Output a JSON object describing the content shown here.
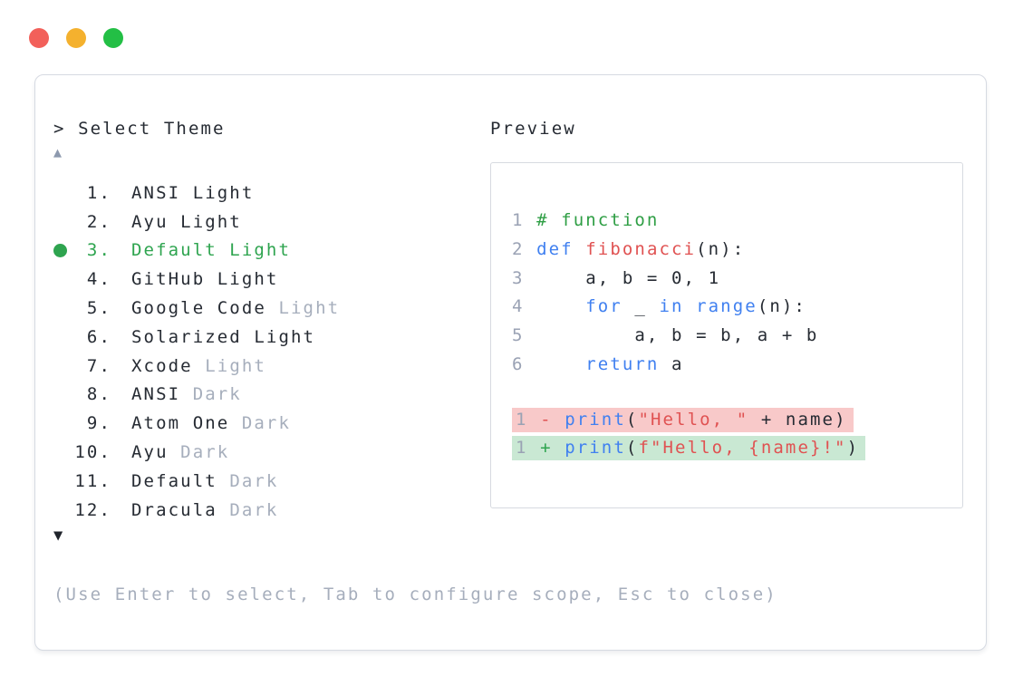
{
  "window": {
    "traffic_lights": [
      {
        "name": "close",
        "color": "#f2605a"
      },
      {
        "name": "minimize",
        "color": "#f4b12e"
      },
      {
        "name": "maximize",
        "color": "#23bf45"
      }
    ]
  },
  "selector": {
    "prompt_symbol": ">",
    "title": "Select Theme",
    "scroll_up_symbol": "▲",
    "scroll_down_symbol": "▼",
    "items": [
      {
        "number": "1.",
        "name": "ANSI Light",
        "suffix": "",
        "selected": false
      },
      {
        "number": "2.",
        "name": "Ayu Light",
        "suffix": "",
        "selected": false
      },
      {
        "number": "3.",
        "name": "Default Light",
        "suffix": "",
        "selected": true
      },
      {
        "number": "4.",
        "name": "GitHub Light",
        "suffix": "",
        "selected": false
      },
      {
        "number": "5.",
        "name": "Google Code",
        "suffix": "Light",
        "selected": false
      },
      {
        "number": "6.",
        "name": "Solarized Light",
        "suffix": "",
        "selected": false
      },
      {
        "number": "7.",
        "name": "Xcode",
        "suffix": "Light",
        "selected": false
      },
      {
        "number": "8.",
        "name": "ANSI",
        "suffix": "Dark",
        "selected": false
      },
      {
        "number": "9.",
        "name": "Atom One",
        "suffix": "Dark",
        "selected": false
      },
      {
        "number": "10.",
        "name": "Ayu",
        "suffix": "Dark",
        "selected": false
      },
      {
        "number": "11.",
        "name": "Default",
        "suffix": "Dark",
        "selected": false
      },
      {
        "number": "12.",
        "name": "Dracula",
        "suffix": "Dark",
        "selected": false
      }
    ],
    "hint": "(Use Enter to select, Tab to configure scope, Esc to close)"
  },
  "preview": {
    "label": "Preview",
    "code_lines": [
      {
        "num": "1",
        "tokens": [
          {
            "t": "# function",
            "c": "comment"
          }
        ]
      },
      {
        "num": "2",
        "tokens": [
          {
            "t": "def",
            "c": "kw"
          },
          {
            "t": " ",
            "c": "fg"
          },
          {
            "t": "fibonacci",
            "c": "fn"
          },
          {
            "t": "(n):",
            "c": "fg"
          }
        ]
      },
      {
        "num": "3",
        "tokens": [
          {
            "t": "    a, b = 0, 1",
            "c": "fg"
          }
        ]
      },
      {
        "num": "4",
        "tokens": [
          {
            "t": "    ",
            "c": "fg"
          },
          {
            "t": "for",
            "c": "kw"
          },
          {
            "t": " _ ",
            "c": "fg"
          },
          {
            "t": "in",
            "c": "kw"
          },
          {
            "t": " ",
            "c": "fg"
          },
          {
            "t": "range",
            "c": "kw"
          },
          {
            "t": "(n):",
            "c": "fg"
          }
        ]
      },
      {
        "num": "5",
        "tokens": [
          {
            "t": "        a, b = b, a + b",
            "c": "fg"
          }
        ]
      },
      {
        "num": "6",
        "tokens": [
          {
            "t": "    ",
            "c": "fg"
          },
          {
            "t": "return",
            "c": "kw"
          },
          {
            "t": " a",
            "c": "fg"
          }
        ]
      }
    ],
    "diff_lines": [
      {
        "num": "1",
        "sign": "-",
        "kind": "removed",
        "tokens": [
          {
            "t": "print",
            "c": "kw"
          },
          {
            "t": "(",
            "c": "fg"
          },
          {
            "t": "\"Hello, \"",
            "c": "str"
          },
          {
            "t": " + name)",
            "c": "fg"
          }
        ]
      },
      {
        "num": "1",
        "sign": "+",
        "kind": "added",
        "tokens": [
          {
            "t": "print",
            "c": "kw"
          },
          {
            "t": "(",
            "c": "fg"
          },
          {
            "t": "f\"Hello, {name}!\"",
            "c": "str"
          },
          {
            "t": ")",
            "c": "fg"
          }
        ]
      }
    ]
  },
  "colors": {
    "foreground": "#262b33",
    "muted": "#a6aebc",
    "selection_green": "#2ea44f",
    "comment_green": "#2e9e44",
    "keyword_blue": "#4080f0",
    "literal_red": "#e05252",
    "diff_removed_bg": "#f8c9c9",
    "diff_added_bg": "#c9e8d3",
    "border": "#d6dae2"
  }
}
